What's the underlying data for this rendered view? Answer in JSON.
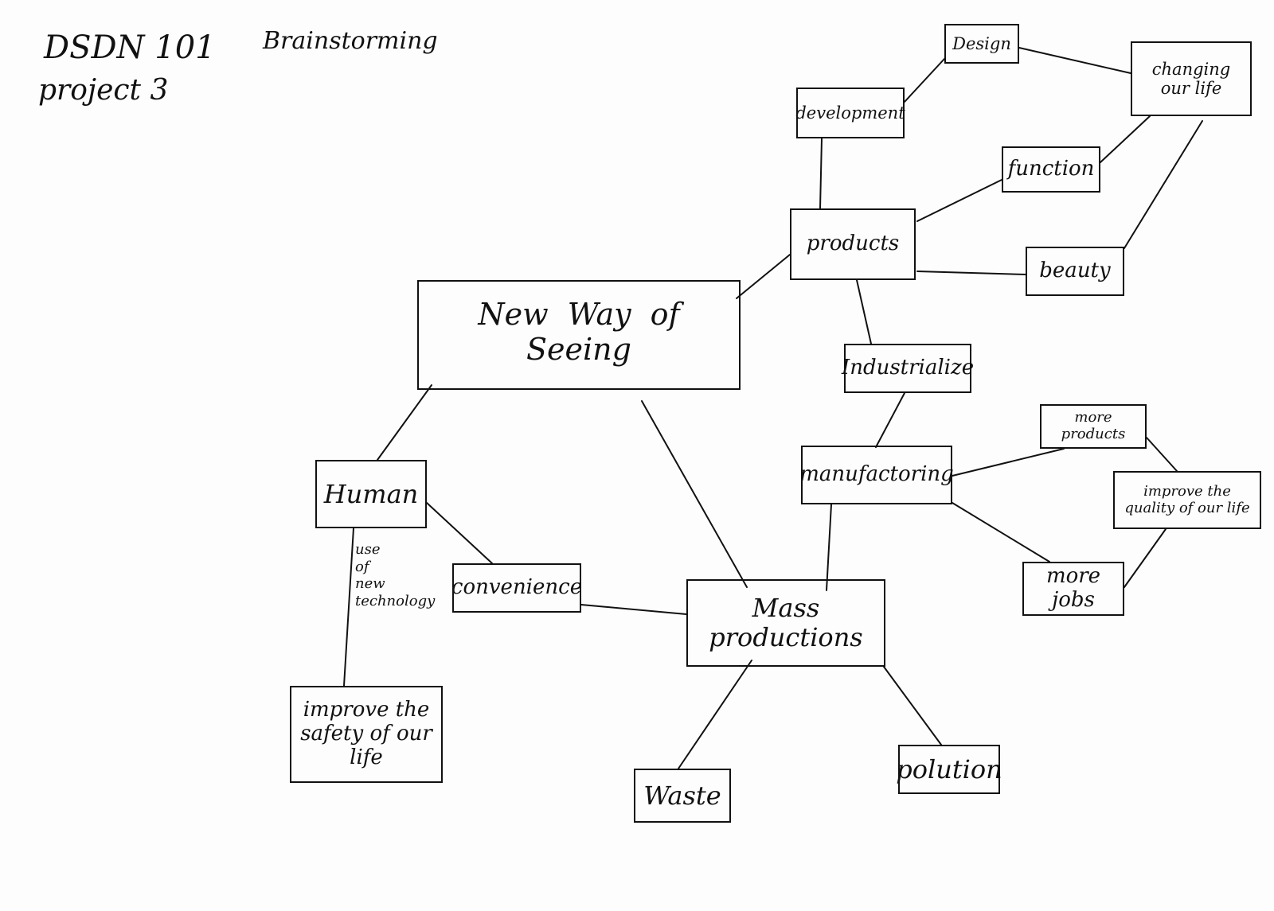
{
  "header": {
    "course": "DSDN 101",
    "project": "project 3",
    "title": "Brainstorming"
  },
  "nodes": {
    "new_way_of_seeing": "New Way of Seeing",
    "products": "products",
    "development": "development",
    "design": "Design",
    "changing_our_life": "changing our life",
    "function": "function",
    "beauty": "beauty",
    "industrialize": "Industrialize",
    "manufactoring": "manufactoring",
    "more_products": "more products",
    "improve_quality": "improve the quality of our life",
    "more_jobs": "more jobs",
    "human": "Human",
    "convenience": "convenience",
    "mass_productions": "Mass productions",
    "improve_safety": "improve the safety of our life",
    "waste": "Waste",
    "polution": "polution"
  },
  "edge_labels": {
    "use_of_new_technology": "use\nof\nnew\ntechnology"
  }
}
